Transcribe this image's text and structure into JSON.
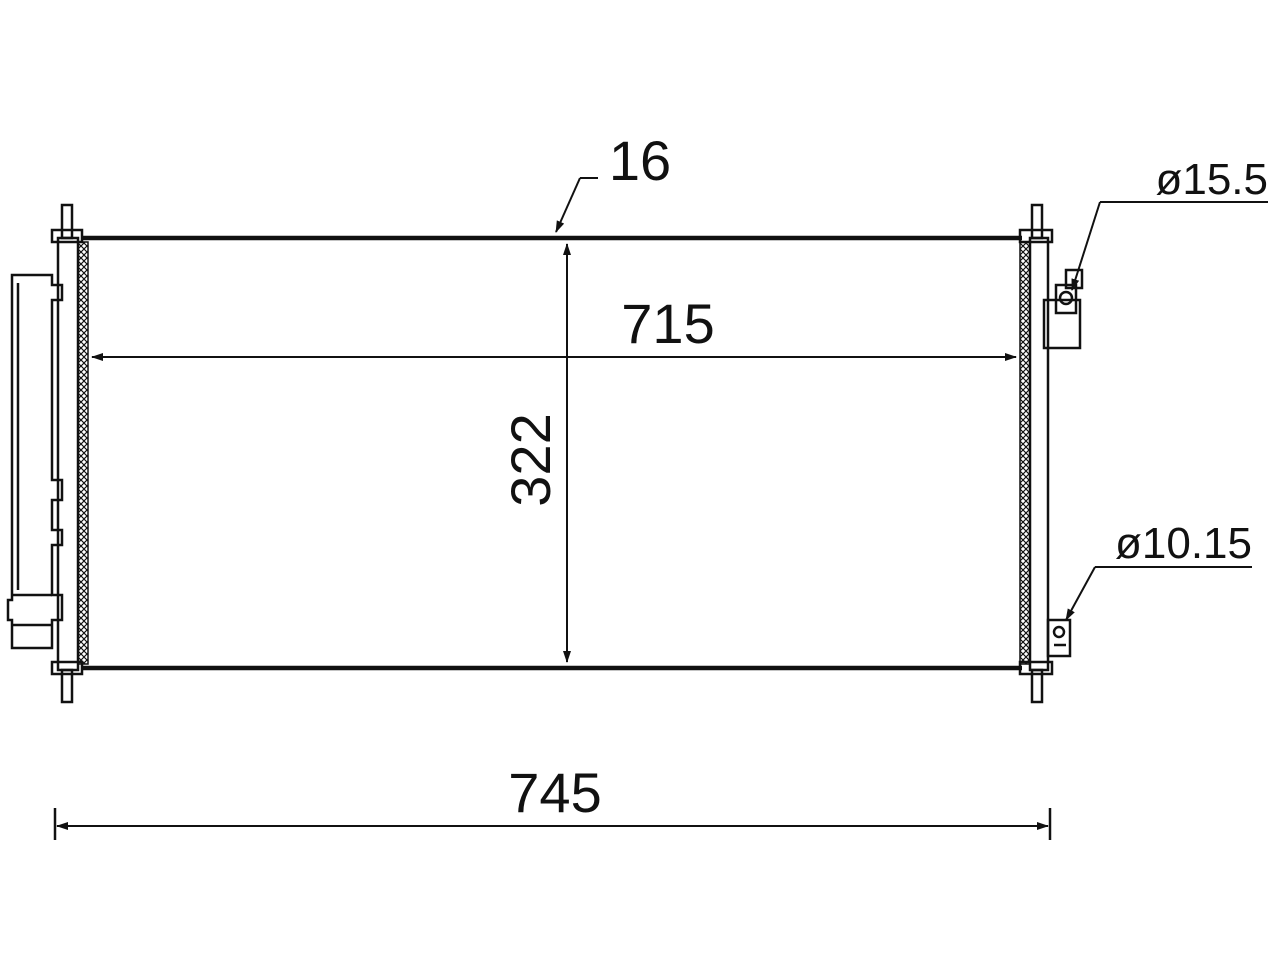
{
  "dimensions": {
    "tube_thickness": "16",
    "core_width": "715",
    "core_height": "322",
    "overall_width": "745",
    "inlet_diameter": "ø15.5",
    "outlet_diameter": "ø10.15"
  },
  "colors": {
    "line": "#111111",
    "background": "#ffffff"
  }
}
